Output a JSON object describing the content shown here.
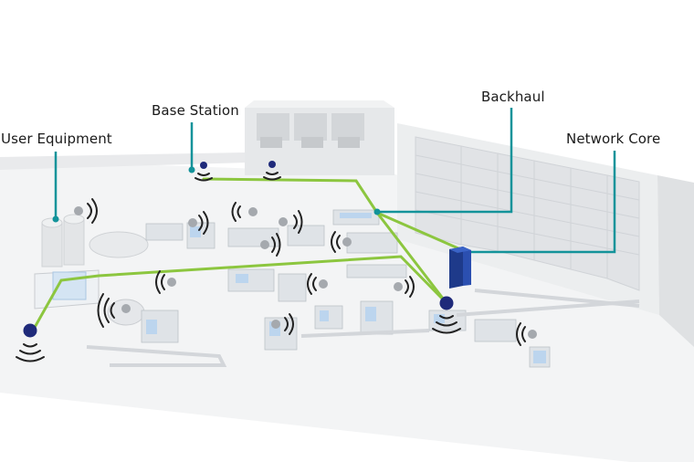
{
  "labels": {
    "user_equipment": "User Equipment",
    "base_station": "Base Station",
    "backhaul": "Backhaul",
    "network_core": "Network Core"
  },
  "colors": {
    "callout_line": "#13939a",
    "link_line": "#8cc63f",
    "node": "#1f2a7a",
    "floor": "#f2f3f4",
    "wall": "#e7e8ea",
    "machine": "#dfe3e7",
    "machine_accent": "#b9d3ec",
    "server_rack": "#1e3a8a",
    "signal_arc": "#222222"
  },
  "icons": {
    "node": "network-node-icon",
    "signal": "wireless-signal-icon",
    "server": "server-rack-icon"
  }
}
